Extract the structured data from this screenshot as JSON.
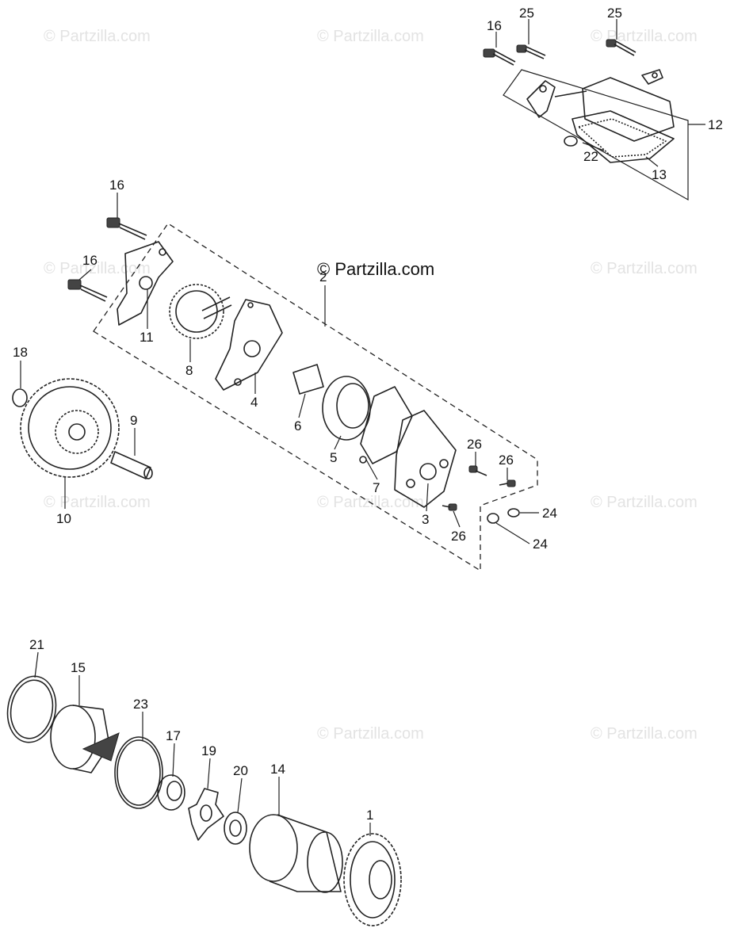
{
  "watermarks": [
    "© Partzilla.com",
    "© Partzilla.com",
    "© Partzilla.com",
    "© Partzilla.com",
    "© Partzilla.com",
    "© Partzilla.com",
    "© Partzilla.com",
    "© Partzilla.com",
    "© Partzilla.com",
    "© Partzilla.com"
  ],
  "center_watermark": "© Partzilla.com",
  "callouts": {
    "c1": "1",
    "c2": "2",
    "c3": "3",
    "c4": "4",
    "c5": "5",
    "c6": "6",
    "c7": "7",
    "c8": "8",
    "c9": "9",
    "c10": "10",
    "c11": "11",
    "c12": "12",
    "c13": "13",
    "c14": "14",
    "c15": "15",
    "c16a": "16",
    "c16b": "16",
    "c16c": "16",
    "c17": "17",
    "c18": "18",
    "c19": "19",
    "c20": "20",
    "c21": "21",
    "c22": "22",
    "c23": "23",
    "c24a": "24",
    "c24b": "24",
    "c25a": "25",
    "c25b": "25",
    "c26a": "26",
    "c26b": "26",
    "c26c": "26"
  }
}
